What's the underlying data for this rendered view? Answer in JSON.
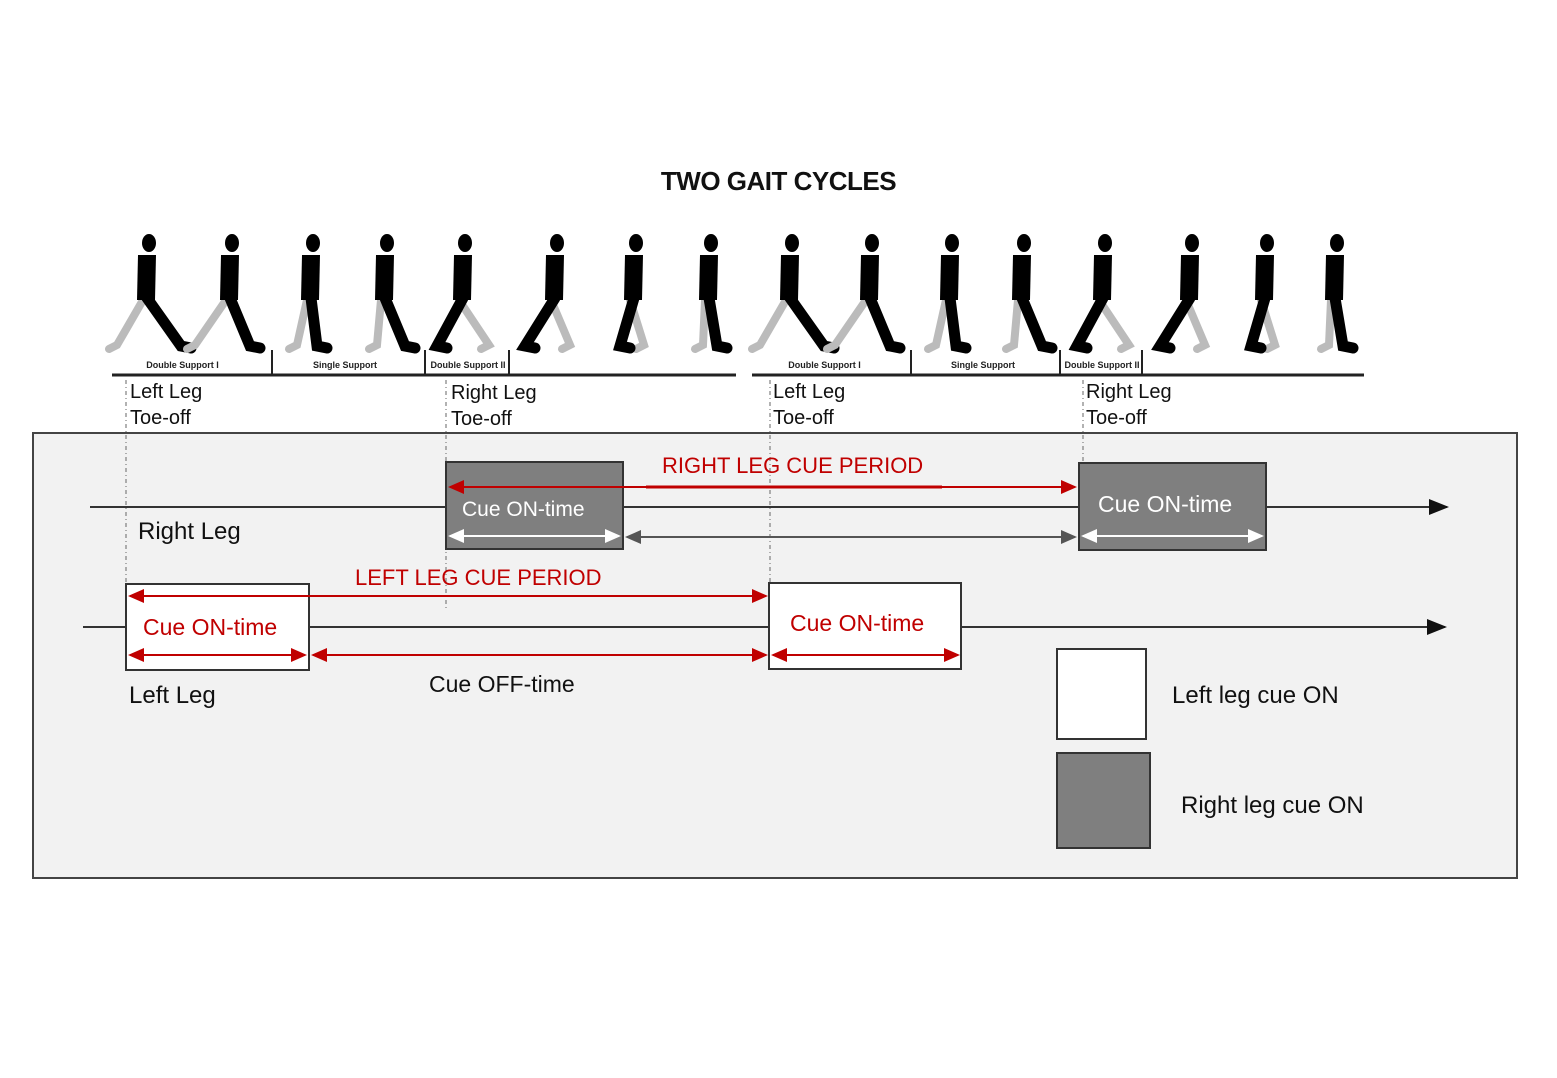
{
  "title": "TWO GAIT CYCLES",
  "figure_icon": "walking-person-silhouette-icon",
  "figure_count_per_cycle": 8,
  "gait_cycles": [
    {
      "phases": [
        "Double Support I",
        "Single Support",
        "Double Support II"
      ],
      "events": [
        {
          "label": "Left Leg\nToe-off"
        },
        {
          "label": "Right Leg\nToe-off"
        }
      ]
    },
    {
      "phases": [
        "Double Support I",
        "Single Support",
        "Double Support II"
      ],
      "events": [
        {
          "label": "Left Leg\nToe-off"
        },
        {
          "label": "Right Leg\nToe-off"
        }
      ]
    }
  ],
  "timeline": {
    "right_leg": {
      "label": "Right Leg",
      "cue_on_label_1": "Cue ON-time",
      "cue_on_label_2": "Cue ON-time",
      "period_label": "RIGHT LEG CUE PERIOD"
    },
    "left_leg": {
      "label": "Left Leg",
      "cue_on_label_1": "Cue ON-time",
      "cue_on_label_2": "Cue ON-time",
      "period_label": "LEFT LEG CUE PERIOD",
      "off_label": "Cue OFF-time"
    }
  },
  "legend": [
    {
      "label": "Left leg cue ON",
      "color": "#ffffff"
    },
    {
      "label": "Right leg cue ON",
      "color": "#7f7f7f"
    }
  ],
  "colors": {
    "accent_red": "#c00000",
    "right_cue_fill": "#7f7f7f",
    "left_cue_fill": "#ffffff",
    "panel_bg": "#f2f2f2"
  }
}
